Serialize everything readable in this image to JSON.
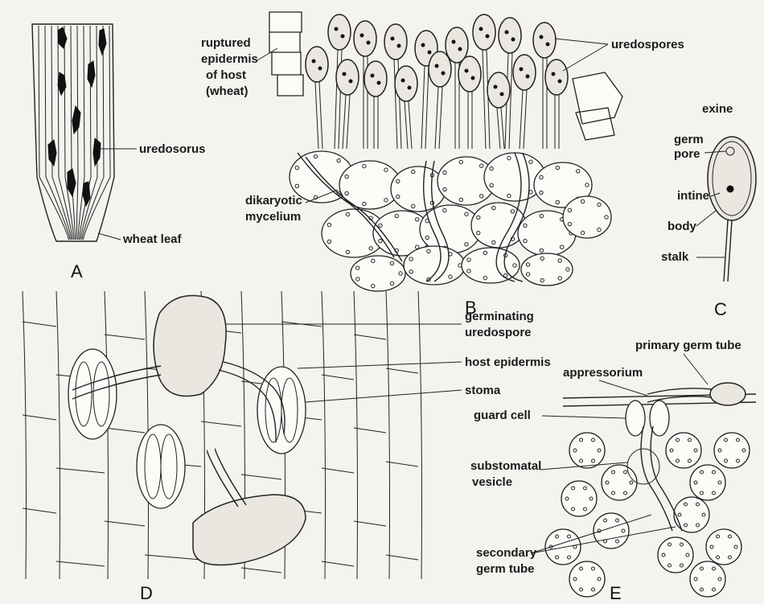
{
  "panels": {
    "A": {
      "letter": "A",
      "labels": {
        "uredosorus": "uredosorus",
        "wheat_leaf": "wheat leaf"
      }
    },
    "B": {
      "letter": "B",
      "labels": {
        "ruptured_1": "ruptured",
        "ruptured_2": "epidermis",
        "ruptured_3": "of host",
        "ruptured_4": "(wheat)",
        "uredospores": "uredospores",
        "dikaryotic_1": "dikaryotic",
        "dikaryotic_2": "mycelium"
      }
    },
    "C": {
      "letter": "C",
      "labels": {
        "exine": "exine",
        "germ_pore_1": "germ",
        "germ_pore_2": "pore",
        "intine": "intine",
        "body": "body",
        "stalk": "stalk"
      }
    },
    "D": {
      "letter": "D",
      "labels": {
        "germinating_1": "germinating",
        "germinating_2": "uredospore",
        "host_epidermis": "host epidermis",
        "stoma": "stoma"
      }
    },
    "E": {
      "letter": "E",
      "labels": {
        "primary_germ_tube": "primary germ tube",
        "appressorium": "appressorium",
        "guard_cell": "guard cell",
        "substomatal_1": "substomatal",
        "substomatal_2": "vesicle",
        "secondary_1": "secondary",
        "secondary_2": "germ tube"
      }
    }
  }
}
